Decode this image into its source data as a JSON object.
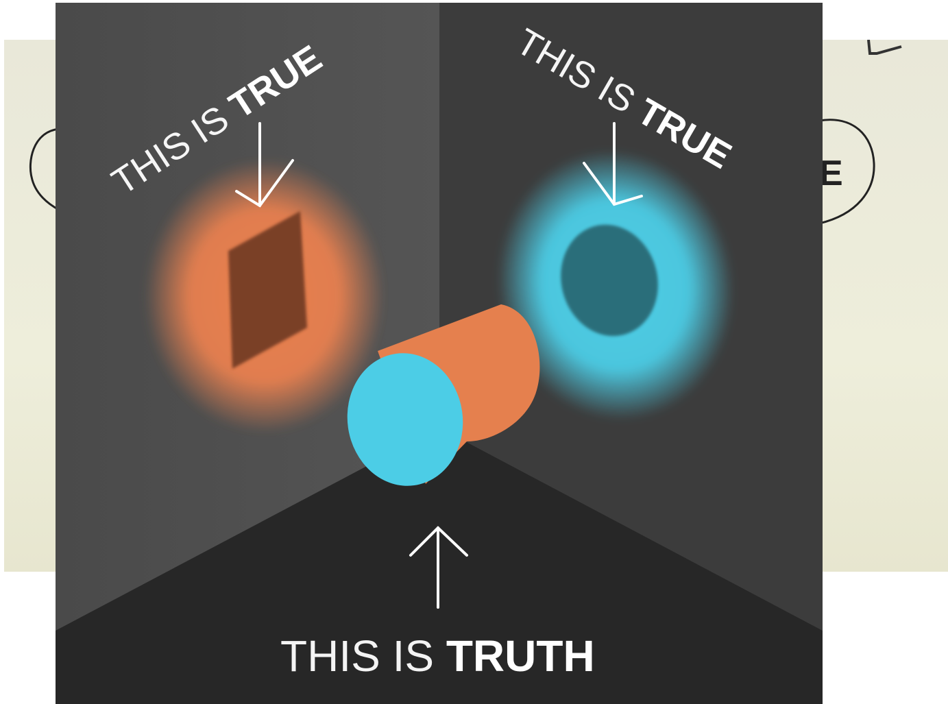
{
  "left_wall_caption": {
    "light": "THIS IS ",
    "bold": "TRUE"
  },
  "right_wall_caption": {
    "light": "THIS IS ",
    "bold": "TRUE"
  },
  "floor_caption": {
    "light": "THIS IS ",
    "bold": "TRUTH"
  },
  "background_fragment_right": "E",
  "colors": {
    "orange": "#e8804f",
    "cyan": "#4ccde6",
    "left_wall": "#4c4c4c",
    "right_wall": "#3d3d3d",
    "floor": "#262626",
    "background_paper": "#ecebd8"
  },
  "icons": [
    "down-arrow-icon",
    "down-arrow-icon",
    "up-arrow-icon"
  ]
}
